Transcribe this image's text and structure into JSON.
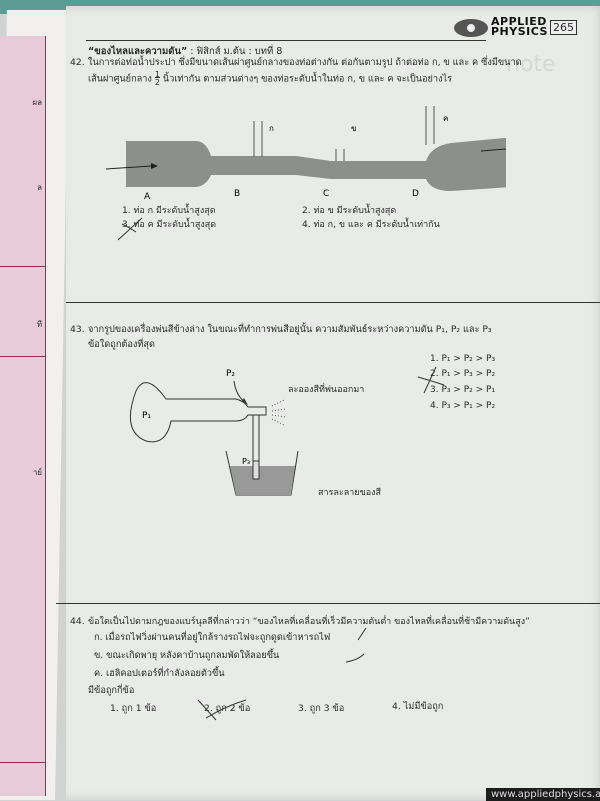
{
  "header": {
    "title": "“ของไหลและความดัน”",
    "subtitle": " : ฟิสิกส์ ม.ต้น : บทที่ 8",
    "logo_text": "APPLIED PHYSICS",
    "page_number": "265",
    "watermark": "note"
  },
  "left_page": {
    "fragments": [
      "ผล",
      "ล",
      "ที",
      "าย์"
    ]
  },
  "q42": {
    "number": "42.",
    "line1": "ในการต่อท่อน้ำประปา ซึ่งมีขนาดเส้นผ่าศูนย์กลางของท่อต่างกัน ต่อกันตามรูป ถ้าต่อท่อ ก, ข และ ค ซึ่งมีขนาด",
    "line2_pre": "เส้นผ่าศูนย์กลาง",
    "fraction_num": "1",
    "fraction_den": "2",
    "line2_post": "นิ้วเท่ากัน ตามส่วนต่างๆ ของท่อระดับน้ำในท่อ ก, ข และ ค จะเป็นอย่างไร",
    "diagram": {
      "tube_labels": [
        "ก",
        "ข",
        "ค"
      ],
      "section_labels": [
        "A",
        "B",
        "C",
        "D"
      ]
    },
    "options": [
      "1.  ท่อ ก มีระดับน้ำสูงสุด",
      "2.  ท่อ ข มีระดับน้ำสูงสุด",
      "3.  ท่อ ค มีระดับน้ำสูงสุด",
      "4.  ท่อ ก, ข และ ค มีระดับน้ำเท่ากัน"
    ],
    "marked_option": 3
  },
  "q43": {
    "number": "43.",
    "line1": "จากรูปของเครื่องพ่นสีข้างล่าง ในขณะที่ทำการพ่นสีอยู่นั้น ความสัมพันธ์ระหว่างความดัน P₁, P₂ และ P₃",
    "line2": "ข้อใดถูกต้องที่สุด",
    "diagram": {
      "p1": "P₁",
      "p2": "P₂",
      "p3": "P₃",
      "spray_label": "ละอองสีที่พ่นออกมา",
      "liquid_label": "สารละลายของสี"
    },
    "options": [
      "1.  P₁ > P₂ > P₃",
      "2.  P₁ > P₃ > P₂",
      "3.  P₃ > P₂ > P₁",
      "4.  P₃ > P₁ > P₂"
    ],
    "marked_option": 2
  },
  "q44": {
    "number": "44.",
    "line1": "ข้อใดเป็นไปตามกฎของแบร์นุลลีที่กล่าวว่า “ของไหลที่เคลื่อนที่เร็วมีความดันต่ำ ของไหลที่เคลื่อนที่ช้ามีความดันสูง”",
    "statements": [
      "ก.  เมื่อรถไฟวิ่งผ่านคนที่อยู่ใกล้รางรถไฟจะถูกดูดเข้าหารถไฟ",
      "ข.  ขณะเกิดพายุ หลังคาบ้านถูกลมพัดให้ลอยขึ้น",
      "ค.  เฮลิคอปเตอร์ที่กำลังลอยตัวขึ้น"
    ],
    "prompt": "มีข้อถูกกี่ข้อ",
    "options": [
      "1.  ถูก 1 ข้อ",
      "2.  ถูก 2 ข้อ",
      "3.  ถูก 3 ข้อ",
      "4.  ไม่มีข้อถูก"
    ],
    "marked_option": 2
  },
  "footer": {
    "url": "www.appliedphysics.a"
  }
}
